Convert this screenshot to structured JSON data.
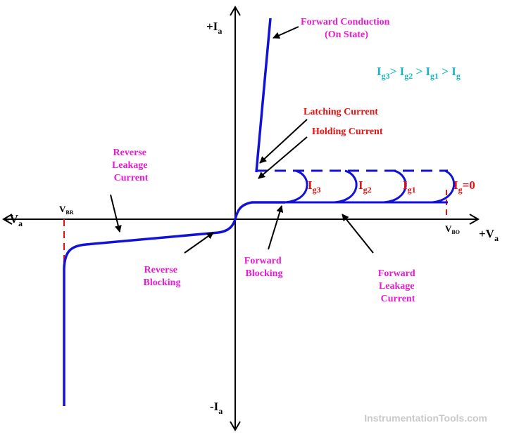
{
  "axes": {
    "plus_ia": {
      "base": "+I",
      "sub": "a"
    },
    "minus_ia": {
      "base": "-I",
      "sub": "a"
    },
    "plus_va": {
      "base": "+V",
      "sub": "a"
    },
    "minus_va": {
      "base": "-V",
      "sub": "a"
    },
    "vbr": {
      "base": "V",
      "sub": "BR"
    },
    "vbo": {
      "base": "V",
      "sub": "BO"
    }
  },
  "labels": {
    "forward_conduction": [
      "Forward Conduction",
      "(On State)"
    ],
    "latching_current": "Latching Current",
    "holding_current": "Holding Current",
    "reverse_leakage": [
      "Reverse",
      "Leakage",
      "Current"
    ],
    "reverse_blocking": [
      "Reverse",
      "Blocking"
    ],
    "forward_blocking": [
      "Forward",
      "Blocking"
    ],
    "forward_leakage": [
      "Forward",
      "Leakage",
      "Current"
    ]
  },
  "gate_labels": {
    "ig3": {
      "base": "I",
      "sub": "g3"
    },
    "ig2": {
      "base": "I",
      "sub": "g2"
    },
    "ig1": {
      "base": "I",
      "sub": "g1"
    },
    "ig0": {
      "base": "I",
      "sub": "g",
      "suffix": "=0"
    }
  },
  "relation": {
    "parts": [
      {
        "base": "I",
        "sub": "g3"
      },
      {
        "text": "> "
      },
      {
        "base": "I",
        "sub": "g2"
      },
      {
        "text": " > "
      },
      {
        "base": "I",
        "sub": "g1"
      },
      {
        "text": " > "
      },
      {
        "base": "I",
        "sub": "g"
      }
    ]
  },
  "watermark": "InstrumentationTools.com",
  "colors": {
    "curve": "#1212d6",
    "dashed_red": "#e81010",
    "magenta": "#e81ad2",
    "red": "#e81010",
    "cyan": "#17b7c2",
    "axis": "#000000"
  }
}
